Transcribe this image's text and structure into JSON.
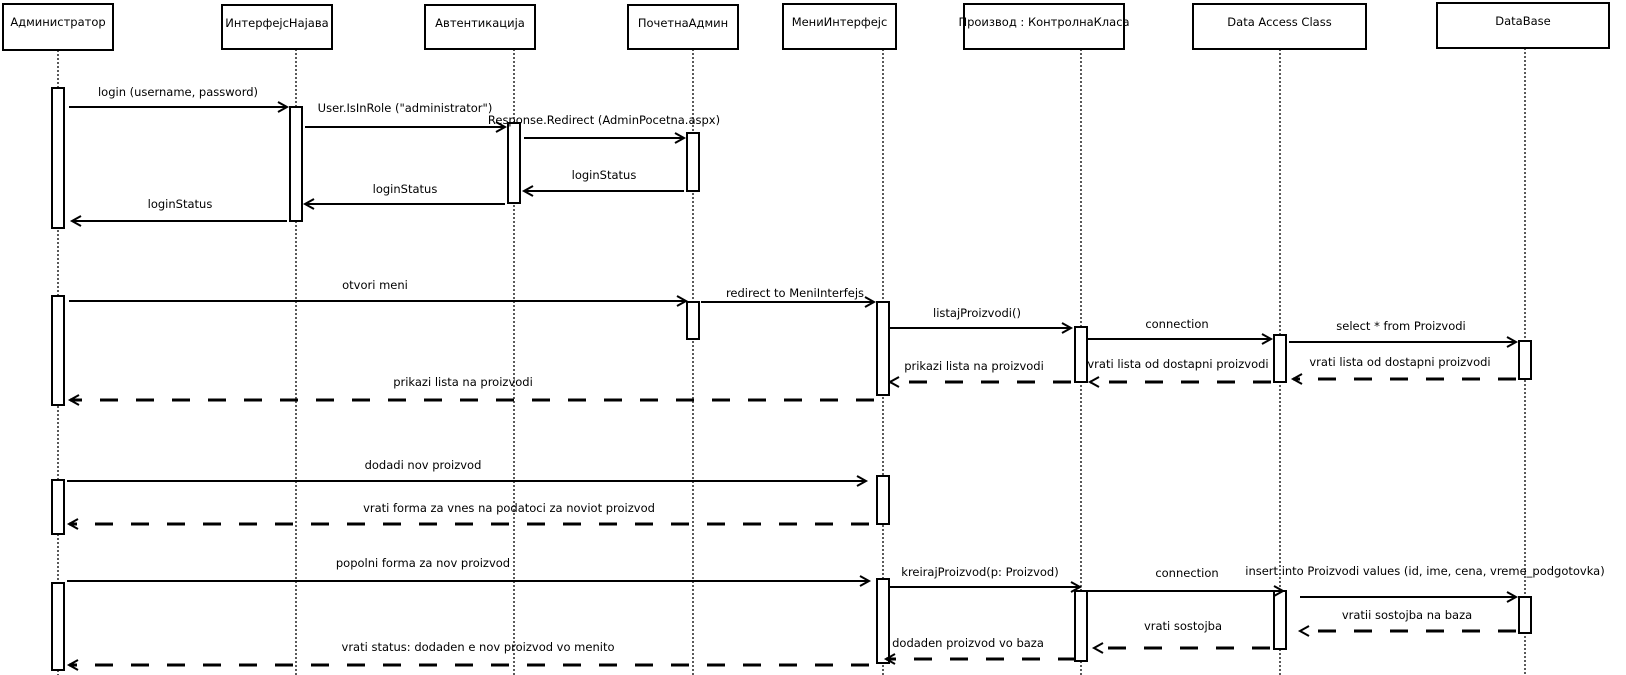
{
  "diagram": {
    "type": "UML sequence diagram",
    "colors": {
      "line": "#000000",
      "background": "#ffffff"
    },
    "lifelines": [
      {
        "id": "admin",
        "name": "Администратор"
      },
      {
        "id": "login_ui",
        "name": "ИнтерфејсНајава"
      },
      {
        "id": "auth",
        "name": "Автентикација"
      },
      {
        "id": "home",
        "name": "ПочетнаАдмин"
      },
      {
        "id": "menu_ui",
        "name": "МениИнтерфејс"
      },
      {
        "id": "product",
        "name": "Производ : КонтролнаКласа"
      },
      {
        "id": "dal",
        "name": "Data Access Class"
      },
      {
        "id": "db",
        "name": "DataBase"
      }
    ],
    "messages": [
      {
        "from": "admin",
        "to": "login_ui",
        "label": "login (username, password)",
        "kind": "call"
      },
      {
        "from": "login_ui",
        "to": "auth",
        "label": "User.IsInRole (\"administrator\")",
        "kind": "call"
      },
      {
        "from": "auth",
        "to": "home",
        "label": "Response.Redirect (AdminPocetna.aspx)",
        "kind": "call"
      },
      {
        "from": "home",
        "to": "auth",
        "label": "loginStatus",
        "kind": "call"
      },
      {
        "from": "auth",
        "to": "login_ui",
        "label": "loginStatus",
        "kind": "call"
      },
      {
        "from": "login_ui",
        "to": "admin",
        "label": "loginStatus",
        "kind": "call"
      },
      {
        "from": "admin",
        "to": "home",
        "label": "otvori meni",
        "kind": "call"
      },
      {
        "from": "home",
        "to": "menu_ui",
        "label": "redirect to MeniInterfejs",
        "kind": "call"
      },
      {
        "from": "menu_ui",
        "to": "product",
        "label": "listajProizvodi()",
        "kind": "call"
      },
      {
        "from": "product",
        "to": "dal",
        "label": "connection",
        "kind": "call"
      },
      {
        "from": "dal",
        "to": "db",
        "label": "select * from Proizvodi",
        "kind": "call"
      },
      {
        "from": "db",
        "to": "dal",
        "label": "vrati lista od dostapni proizvodi",
        "kind": "return"
      },
      {
        "from": "dal",
        "to": "product",
        "label": "vrati lista od dostapni proizvodi",
        "kind": "return"
      },
      {
        "from": "product",
        "to": "menu_ui",
        "label": "prikazi lista na proizvodi",
        "kind": "return"
      },
      {
        "from": "menu_ui",
        "to": "admin",
        "label": "prikazi lista na proizvodi",
        "kind": "return"
      },
      {
        "from": "admin",
        "to": "menu_ui",
        "label": "dodadi nov proizvod",
        "kind": "call"
      },
      {
        "from": "menu_ui",
        "to": "admin",
        "label": "vrati forma za vnes na podatoci za noviot proizvod",
        "kind": "return"
      },
      {
        "from": "admin",
        "to": "menu_ui",
        "label": "popolni forma za nov proizvod",
        "kind": "call"
      },
      {
        "from": "menu_ui",
        "to": "product",
        "label": "kreirajProizvod(p: Proizvod)",
        "kind": "call"
      },
      {
        "from": "product",
        "to": "dal",
        "label": "connection",
        "kind": "call"
      },
      {
        "from": "dal",
        "to": "db",
        "label": "insert into Proizvodi values (id, ime, cena, vreme_podgotovka)",
        "kind": "call"
      },
      {
        "from": "db",
        "to": "dal",
        "label": "vratii sostojba na baza",
        "kind": "return"
      },
      {
        "from": "dal",
        "to": "product",
        "label": "vrati sostojba",
        "kind": "return"
      },
      {
        "from": "product",
        "to": "menu_ui",
        "label": "dodaden proizvod vo baza",
        "kind": "return"
      },
      {
        "from": "menu_ui",
        "to": "admin",
        "label": "vrati status: dodaden e nov proizvod vo menito",
        "kind": "return"
      }
    ]
  }
}
